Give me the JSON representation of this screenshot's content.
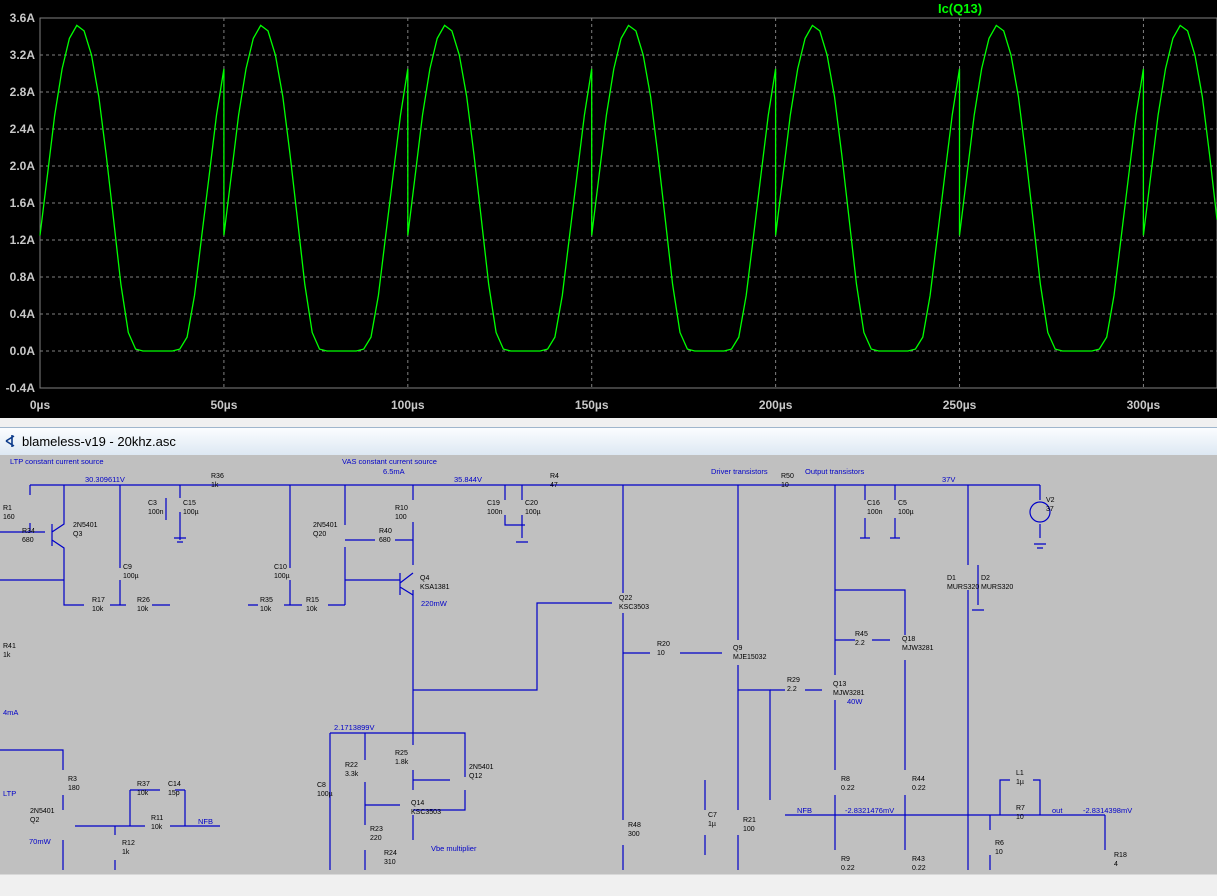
{
  "chart_data": {
    "type": "line",
    "series": [
      {
        "name": "Ic(Q13)",
        "color": "#00ff00",
        "description_period_us": 50,
        "values_note": "",
        "points": [
          [
            0,
            1.25
          ],
          [
            2,
            1.9
          ],
          [
            4,
            2.55
          ],
          [
            6,
            3.05
          ],
          [
            8,
            3.38
          ],
          [
            10,
            3.52
          ],
          [
            12,
            3.46
          ],
          [
            14,
            3.2
          ],
          [
            16,
            2.75
          ],
          [
            18,
            2.12
          ],
          [
            20,
            1.42
          ],
          [
            22,
            0.72
          ],
          [
            24,
            0.2
          ],
          [
            26,
            0.02
          ],
          [
            28,
            0.0
          ],
          [
            30,
            0.0
          ],
          [
            32,
            0.0
          ],
          [
            34,
            0.0
          ],
          [
            36,
            0.0
          ],
          [
            38,
            0.02
          ],
          [
            40,
            0.15
          ],
          [
            42,
            0.6
          ],
          [
            44,
            1.25
          ],
          [
            46,
            1.9
          ],
          [
            48,
            2.55
          ],
          [
            50,
            3.05
          ]
        ]
      }
    ],
    "y_ticks": [
      "3.6A",
      "3.2A",
      "2.8A",
      "2.4A",
      "2.0A",
      "1.6A",
      "1.2A",
      "0.8A",
      "0.4A",
      "0.0A",
      "-0.4A"
    ],
    "x_ticks": [
      "0µs",
      "50µs",
      "100µs",
      "150µs",
      "200µs",
      "250µs",
      "300µs"
    ],
    "xlim": [
      0,
      320
    ],
    "ylim": [
      -0.4,
      3.6
    ],
    "grid": true,
    "legend": "top-center"
  },
  "schematic": {
    "title": "blameless-v19 - 20khz.asc",
    "labels": {
      "ltp_ccs": "LTP constant current source",
      "vas_ccs": "VAS constant current source",
      "vas_current": "6.5mA",
      "driver": "Driver transistors",
      "output": "Output transistors",
      "vbe": "Vbe multiplier",
      "v1": "30.309611V",
      "v2": "35.844V",
      "v3": "37V",
      "v4": "2.1713899V",
      "nfb_v": "-2.8321476mV",
      "out_v": "-2.8314398mV",
      "nfb": "NFB",
      "out": "out",
      "ltp": "LTP",
      "i4": "4mA",
      "q4_p": "220mW",
      "q13_p": "40W",
      "q2_p": "70mW"
    },
    "parts": [
      {
        "ref": "R1",
        "val": "160"
      },
      {
        "ref": "R34",
        "val": "680"
      },
      {
        "ref": "Q3",
        "val": "2N5401"
      },
      {
        "ref": "R36",
        "val": "1k"
      },
      {
        "ref": "C3",
        "val": "100n"
      },
      {
        "ref": "C15",
        "val": "100µ"
      },
      {
        "ref": "C9",
        "val": "100µ"
      },
      {
        "ref": "R17",
        "val": "10k"
      },
      {
        "ref": "R26",
        "val": "10k"
      },
      {
        "ref": "R41",
        "val": "1k"
      },
      {
        "ref": "C10",
        "val": "100µ"
      },
      {
        "ref": "R35",
        "val": "10k"
      },
      {
        "ref": "R15",
        "val": "10k"
      },
      {
        "ref": "Q20",
        "val": "2N5401"
      },
      {
        "ref": "R40",
        "val": "680"
      },
      {
        "ref": "R10",
        "val": "100"
      },
      {
        "ref": "Q4",
        "val": "KSA1381"
      },
      {
        "ref": "C19",
        "val": "100n"
      },
      {
        "ref": "C20",
        "val": "100µ"
      },
      {
        "ref": "R4",
        "val": "47"
      },
      {
        "ref": "Q22",
        "val": "KSC3503"
      },
      {
        "ref": "R20",
        "val": "10"
      },
      {
        "ref": "Q9",
        "val": "MJE15032"
      },
      {
        "ref": "R50",
        "val": "10"
      },
      {
        "ref": "C16",
        "val": "100n"
      },
      {
        "ref": "C5",
        "val": "100µ"
      },
      {
        "ref": "V2",
        "val": "37"
      },
      {
        "ref": "D1",
        "val": "MURS320"
      },
      {
        "ref": "D2",
        "val": "MURS320"
      },
      {
        "ref": "R45",
        "val": "2.2"
      },
      {
        "ref": "Q18",
        "val": "MJW3281"
      },
      {
        "ref": "R29",
        "val": "2.2"
      },
      {
        "ref": "Q13",
        "val": "MJW3281"
      },
      {
        "ref": "R8",
        "val": "0.22"
      },
      {
        "ref": "R44",
        "val": "0.22"
      },
      {
        "ref": "R9",
        "val": "0.22"
      },
      {
        "ref": "R43",
        "val": "0.22"
      },
      {
        "ref": "L1",
        "val": "1µ"
      },
      {
        "ref": "R7",
        "val": "10"
      },
      {
        "ref": "R6",
        "val": "10"
      },
      {
        "ref": "R18",
        "val": "4"
      },
      {
        "ref": "C7",
        "val": "1µ"
      },
      {
        "ref": "R21",
        "val": "100"
      },
      {
        "ref": "R48",
        "val": "300"
      },
      {
        "ref": "R3",
        "val": "180"
      },
      {
        "ref": "Q2",
        "val": "2N5401"
      },
      {
        "ref": "R37",
        "val": "10k"
      },
      {
        "ref": "C14",
        "val": "15p"
      },
      {
        "ref": "R11",
        "val": "10k"
      },
      {
        "ref": "R12",
        "val": "1k"
      },
      {
        "ref": "C8",
        "val": "100µ"
      },
      {
        "ref": "R22",
        "val": "3.3k"
      },
      {
        "ref": "R25",
        "val": "1.8k"
      },
      {
        "ref": "Q12",
        "val": "2N5401"
      },
      {
        "ref": "Q14",
        "val": "KSC3503"
      },
      {
        "ref": "R23",
        "val": "220"
      },
      {
        "ref": "R24",
        "val": "310"
      }
    ]
  }
}
